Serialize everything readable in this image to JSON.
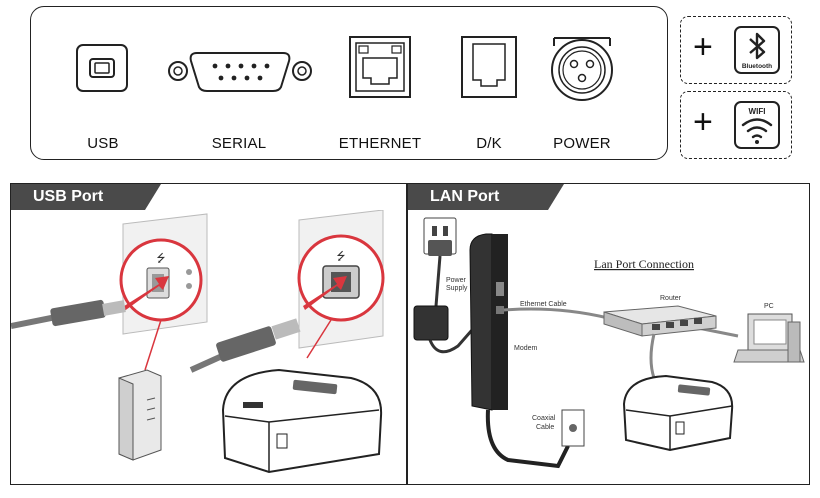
{
  "ports": [
    {
      "name": "usb",
      "label": "USB"
    },
    {
      "name": "serial",
      "label": "SERIAL"
    },
    {
      "name": "ethernet",
      "label": "ETHERNET"
    },
    {
      "name": "dk",
      "label": "D/K"
    },
    {
      "name": "power",
      "label": "POWER"
    }
  ],
  "addons": {
    "plus": "+",
    "bluetooth_label": "Bluetooth",
    "wifi_label": "WIFI"
  },
  "usb_section": {
    "title": "USB Port"
  },
  "lan_section": {
    "title": "LAN Port",
    "diagram_title": "Lan Port Connection",
    "labels": {
      "power_supply_1": "Power",
      "power_supply_2": "Supply",
      "ethernet_cable": "Ethernet Cable",
      "router": "Router",
      "pc": "PC",
      "modem": "Modem",
      "coaxial_1": "Coaxial",
      "coaxial_2": "Cable"
    }
  }
}
